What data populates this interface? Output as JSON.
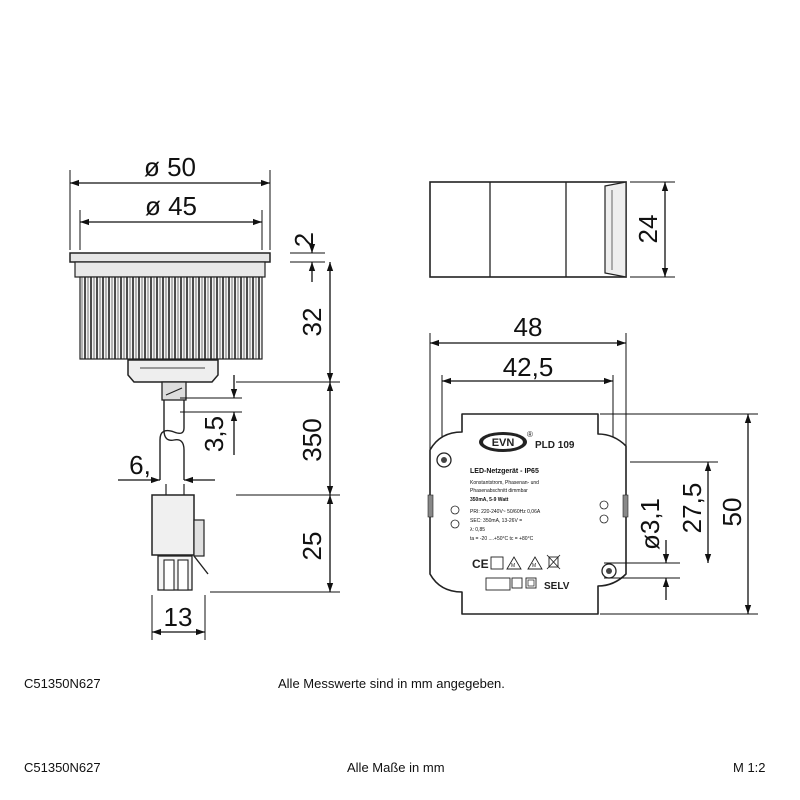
{
  "dimensions": {
    "d50": "ø 50",
    "d45": "ø 45",
    "h2": "2",
    "h32": "32",
    "h3_5": "3,5",
    "h350": "350",
    "w6": "6,",
    "h25": "25",
    "w13": "13",
    "h24": "24",
    "w48": "48",
    "w42_5": "42,5",
    "d3_1": "ø3,1",
    "h27_5": "27,5",
    "h50": "50"
  },
  "label": {
    "brand": "EVN",
    "reg": "®",
    "model": "PLD 109",
    "title": "LED-Netzgerät  -  IP65",
    "line1": "Konstantstrom, Phasenan- und",
    "line2": "Phasenabschnitt dimmbar",
    "line3": "350mA, 5-9 Watt",
    "pri": "PRI: 220-240V~   50/60Hz 0,06A",
    "sec": "SEC: 350mA, 13-26V =",
    "lambda": "λ: 0,85",
    "temp": "ta = -20 ....+50°C  tc = +80°C",
    "selv": "SELV"
  },
  "footer": {
    "code1": "C51350N627",
    "note1": "Alle Messwerte sind in mm angegeben.",
    "code2": "C51350N627",
    "note2": "Alle Maße in mm",
    "scale": "M 1:2"
  }
}
